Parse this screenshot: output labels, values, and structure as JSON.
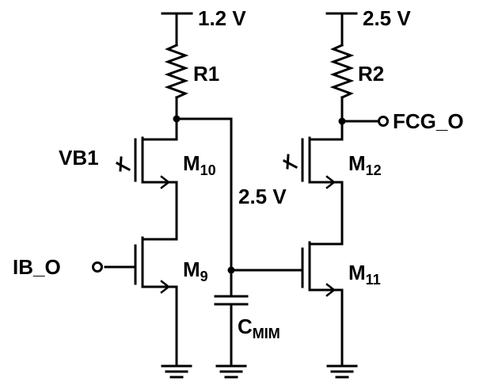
{
  "labels": {
    "vdd1": "1.2 V",
    "vdd2": "2.5 V",
    "r1": "R1",
    "r2": "R2",
    "vb1": "VB1",
    "fcg_o": "FCG_O",
    "ib_o": "IB_O",
    "mid_supply": "2.5 V",
    "m10": "M",
    "m10_sub": "10",
    "m12": "M",
    "m12_sub": "12",
    "m9": "M",
    "m9_sub": "9",
    "m11": "M",
    "m11_sub": "11",
    "cmim": "C",
    "cmim_sub": "MIM"
  }
}
